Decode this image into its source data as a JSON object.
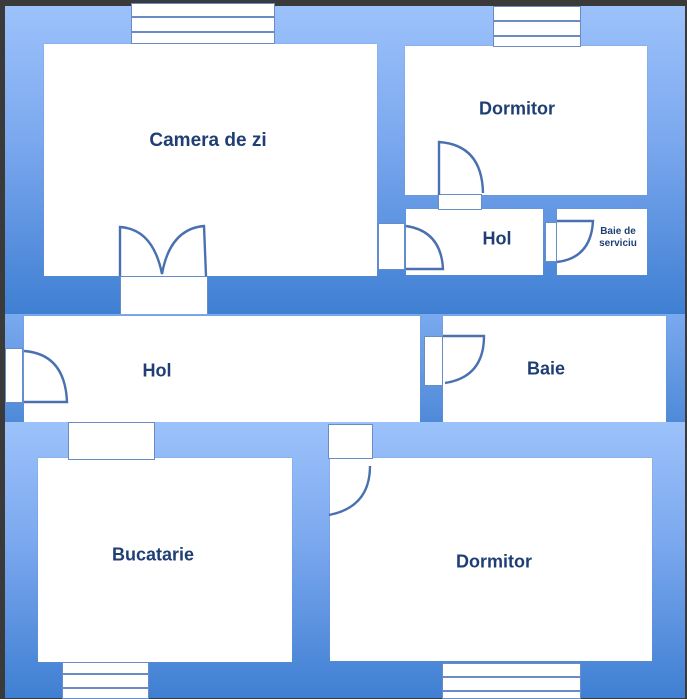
{
  "plan": {
    "rooms": [
      {
        "id": "living-room",
        "label": "Camera de zi"
      },
      {
        "id": "bedroom-top",
        "label": "Dormitor"
      },
      {
        "id": "hall-small",
        "label": "Hol"
      },
      {
        "id": "service-bath",
        "label": "Baie de serviciu"
      },
      {
        "id": "hall-main",
        "label": "Hol"
      },
      {
        "id": "bathroom",
        "label": "Baie"
      },
      {
        "id": "kitchen",
        "label": "Bucatarie"
      },
      {
        "id": "bedroom-bottom",
        "label": "Dormitor"
      }
    ],
    "colors": {
      "wall_light": "#9cc2fb",
      "wall_dark": "#3f7fd2",
      "room_fill": "#ffffff",
      "text": "#1f3f74",
      "outline": "#6a8bc3"
    }
  }
}
